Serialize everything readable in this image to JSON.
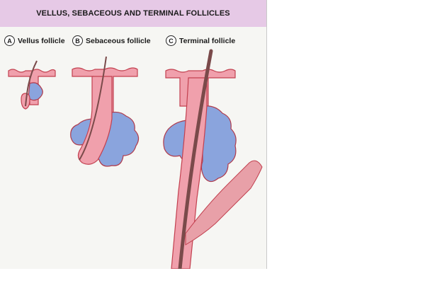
{
  "title": "VELLUS, SEBACEOUS AND TERMINAL FOLLICLES",
  "panels": [
    {
      "letter": "A",
      "label": "Vellus follicle"
    },
    {
      "letter": "B",
      "label": "Sebaceous follicle"
    },
    {
      "letter": "C",
      "label": "Terminal follicle"
    }
  ],
  "colors": {
    "skin": "#f0a0ac",
    "skin_edge": "#c2404f",
    "gland": "#8aa4dd",
    "gland_edge": "#b03a4a",
    "hair": "#7a4a4a",
    "muscle": "#e8a0a8",
    "title_bg": "#e6c9e6"
  }
}
